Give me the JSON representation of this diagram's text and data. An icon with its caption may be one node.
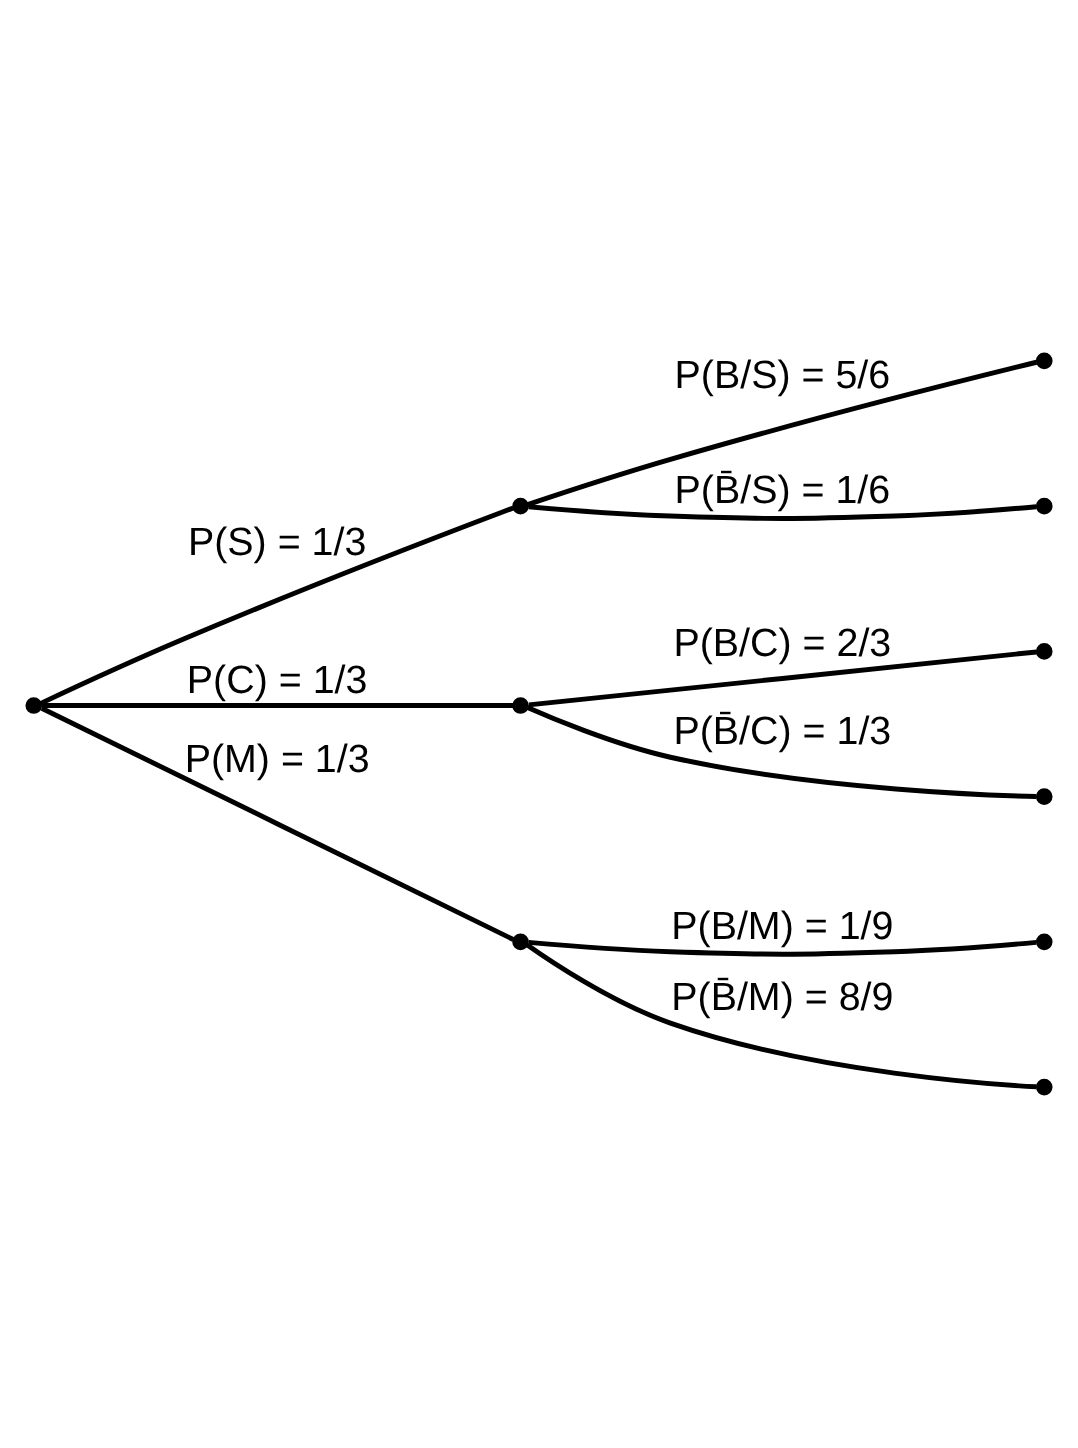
{
  "diagram": {
    "nodes": [
      {
        "text": [],
        "shape": "point"
      },
      {
        "text": [],
        "shape": "point"
      },
      {
        "text": [],
        "shape": "point"
      },
      {
        "text": [],
        "shape": "point"
      },
      {
        "text": [],
        "shape": "point"
      },
      {
        "text": [],
        "shape": "point"
      },
      {
        "text": [],
        "shape": "point"
      },
      {
        "text": [],
        "shape": "point"
      },
      {
        "text": [],
        "shape": "point"
      },
      {
        "text": [],
        "shape": "point"
      }
    ],
    "edges": [
      {
        "from": 0,
        "to": 1,
        "arrow": "none",
        "label": "P(S) = 1/3"
      },
      {
        "from": 0,
        "to": 2,
        "arrow": "none",
        "label": "P(C) = 1/3"
      },
      {
        "from": 0,
        "to": 3,
        "arrow": "none",
        "label": "P(M) = 1/3"
      },
      {
        "from": 1,
        "to": 4,
        "arrow": "none",
        "label": "P(B/S) = 5/6"
      },
      {
        "from": 1,
        "to": 5,
        "arrow": "none",
        "label": "P(B̄/S) = 1/6"
      },
      {
        "from": 2,
        "to": 6,
        "arrow": "none",
        "label": "P(B/C) = 2/3"
      },
      {
        "from": 2,
        "to": 7,
        "arrow": "none",
        "label": "P(B̄/C) = 1/3"
      },
      {
        "from": 3,
        "to": 8,
        "arrow": "none",
        "label": "P(B/M) = 1/9"
      },
      {
        "from": 3,
        "to": 9,
        "arrow": "none",
        "label": "P(B̄/M) = 8/9"
      }
    ]
  }
}
